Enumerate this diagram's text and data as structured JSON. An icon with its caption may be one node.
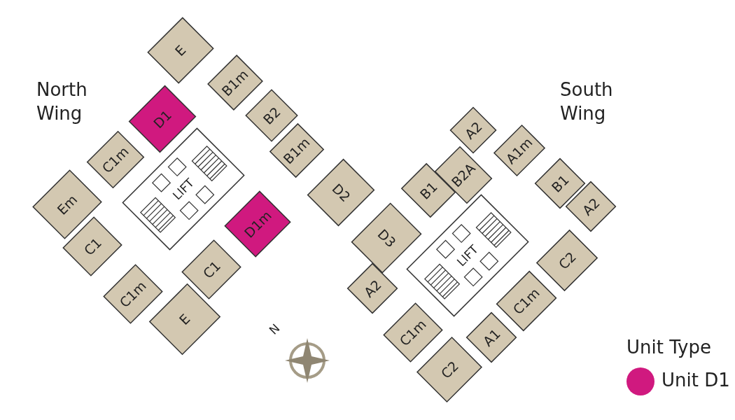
{
  "diagram": {
    "nodes": [
      {
        "text": [
          "E"
        ]
      },
      {
        "text": [
          "B1m"
        ]
      },
      {
        "text": [
          "D1"
        ]
      },
      {
        "text": [
          "B2"
        ]
      },
      {
        "text": [
          "B1m"
        ]
      },
      {
        "text": [
          "C1m"
        ]
      },
      {
        "text": [
          "Em"
        ]
      },
      {
        "text": [
          "D2"
        ]
      },
      {
        "text": [
          "D1m"
        ]
      },
      {
        "text": [
          "C1"
        ]
      },
      {
        "text": [
          "D3"
        ]
      },
      {
        "text": [
          "C1m"
        ]
      },
      {
        "text": [
          "C1"
        ]
      },
      {
        "text": [
          "E"
        ]
      },
      {
        "text": [
          "A2"
        ]
      },
      {
        "text": [
          "A1m"
        ]
      },
      {
        "text": [
          "B1"
        ]
      },
      {
        "text": [
          "B2A"
        ]
      },
      {
        "text": [
          "B1"
        ]
      },
      {
        "text": [
          "A2"
        ]
      },
      {
        "text": [
          "C2"
        ]
      },
      {
        "text": [
          "C1m"
        ]
      },
      {
        "text": [
          "A2"
        ]
      },
      {
        "text": [
          "C1m"
        ]
      },
      {
        "text": [
          "A1"
        ]
      },
      {
        "text": [
          "C2"
        ]
      }
    ],
    "labels": [
      "North Wing",
      "South Wing",
      "LIFT",
      "LIFT",
      "N",
      "Unit Type"
    ],
    "legend": [
      {
        "text": "Unit D1",
        "color": "#d0197f"
      }
    ]
  }
}
